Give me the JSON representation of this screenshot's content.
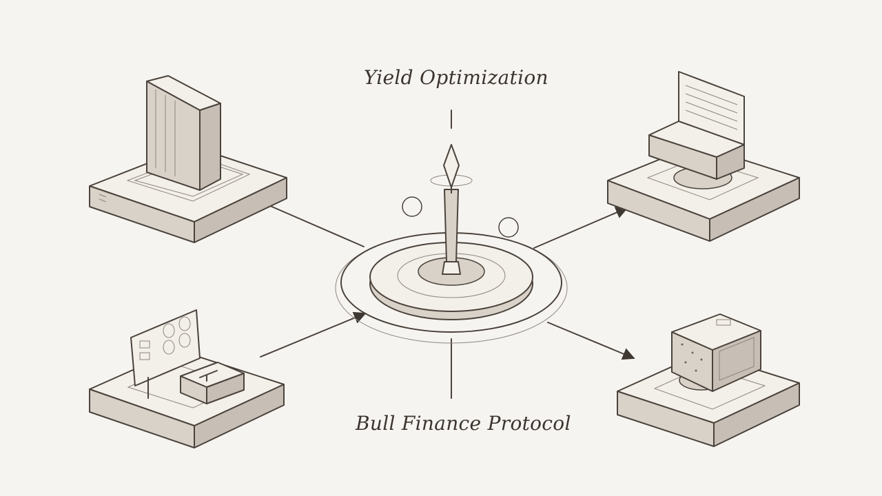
{
  "diagram": {
    "title_top": "Yield Optimization",
    "title_bottom": "Bull Finance Protocol",
    "colors": {
      "background": "#f6f4f1",
      "ink": "#4a423b",
      "shade": "#d9d2c9"
    },
    "nodes": [
      {
        "id": "top-left",
        "icon": "vault-block-icon"
      },
      {
        "id": "top-right",
        "icon": "terminal-screen-icon"
      },
      {
        "id": "bottom-left",
        "icon": "dashboard-panel-icon"
      },
      {
        "id": "bottom-right",
        "icon": "server-cube-icon"
      },
      {
        "id": "center",
        "icon": "spire-hub-icon"
      }
    ]
  }
}
